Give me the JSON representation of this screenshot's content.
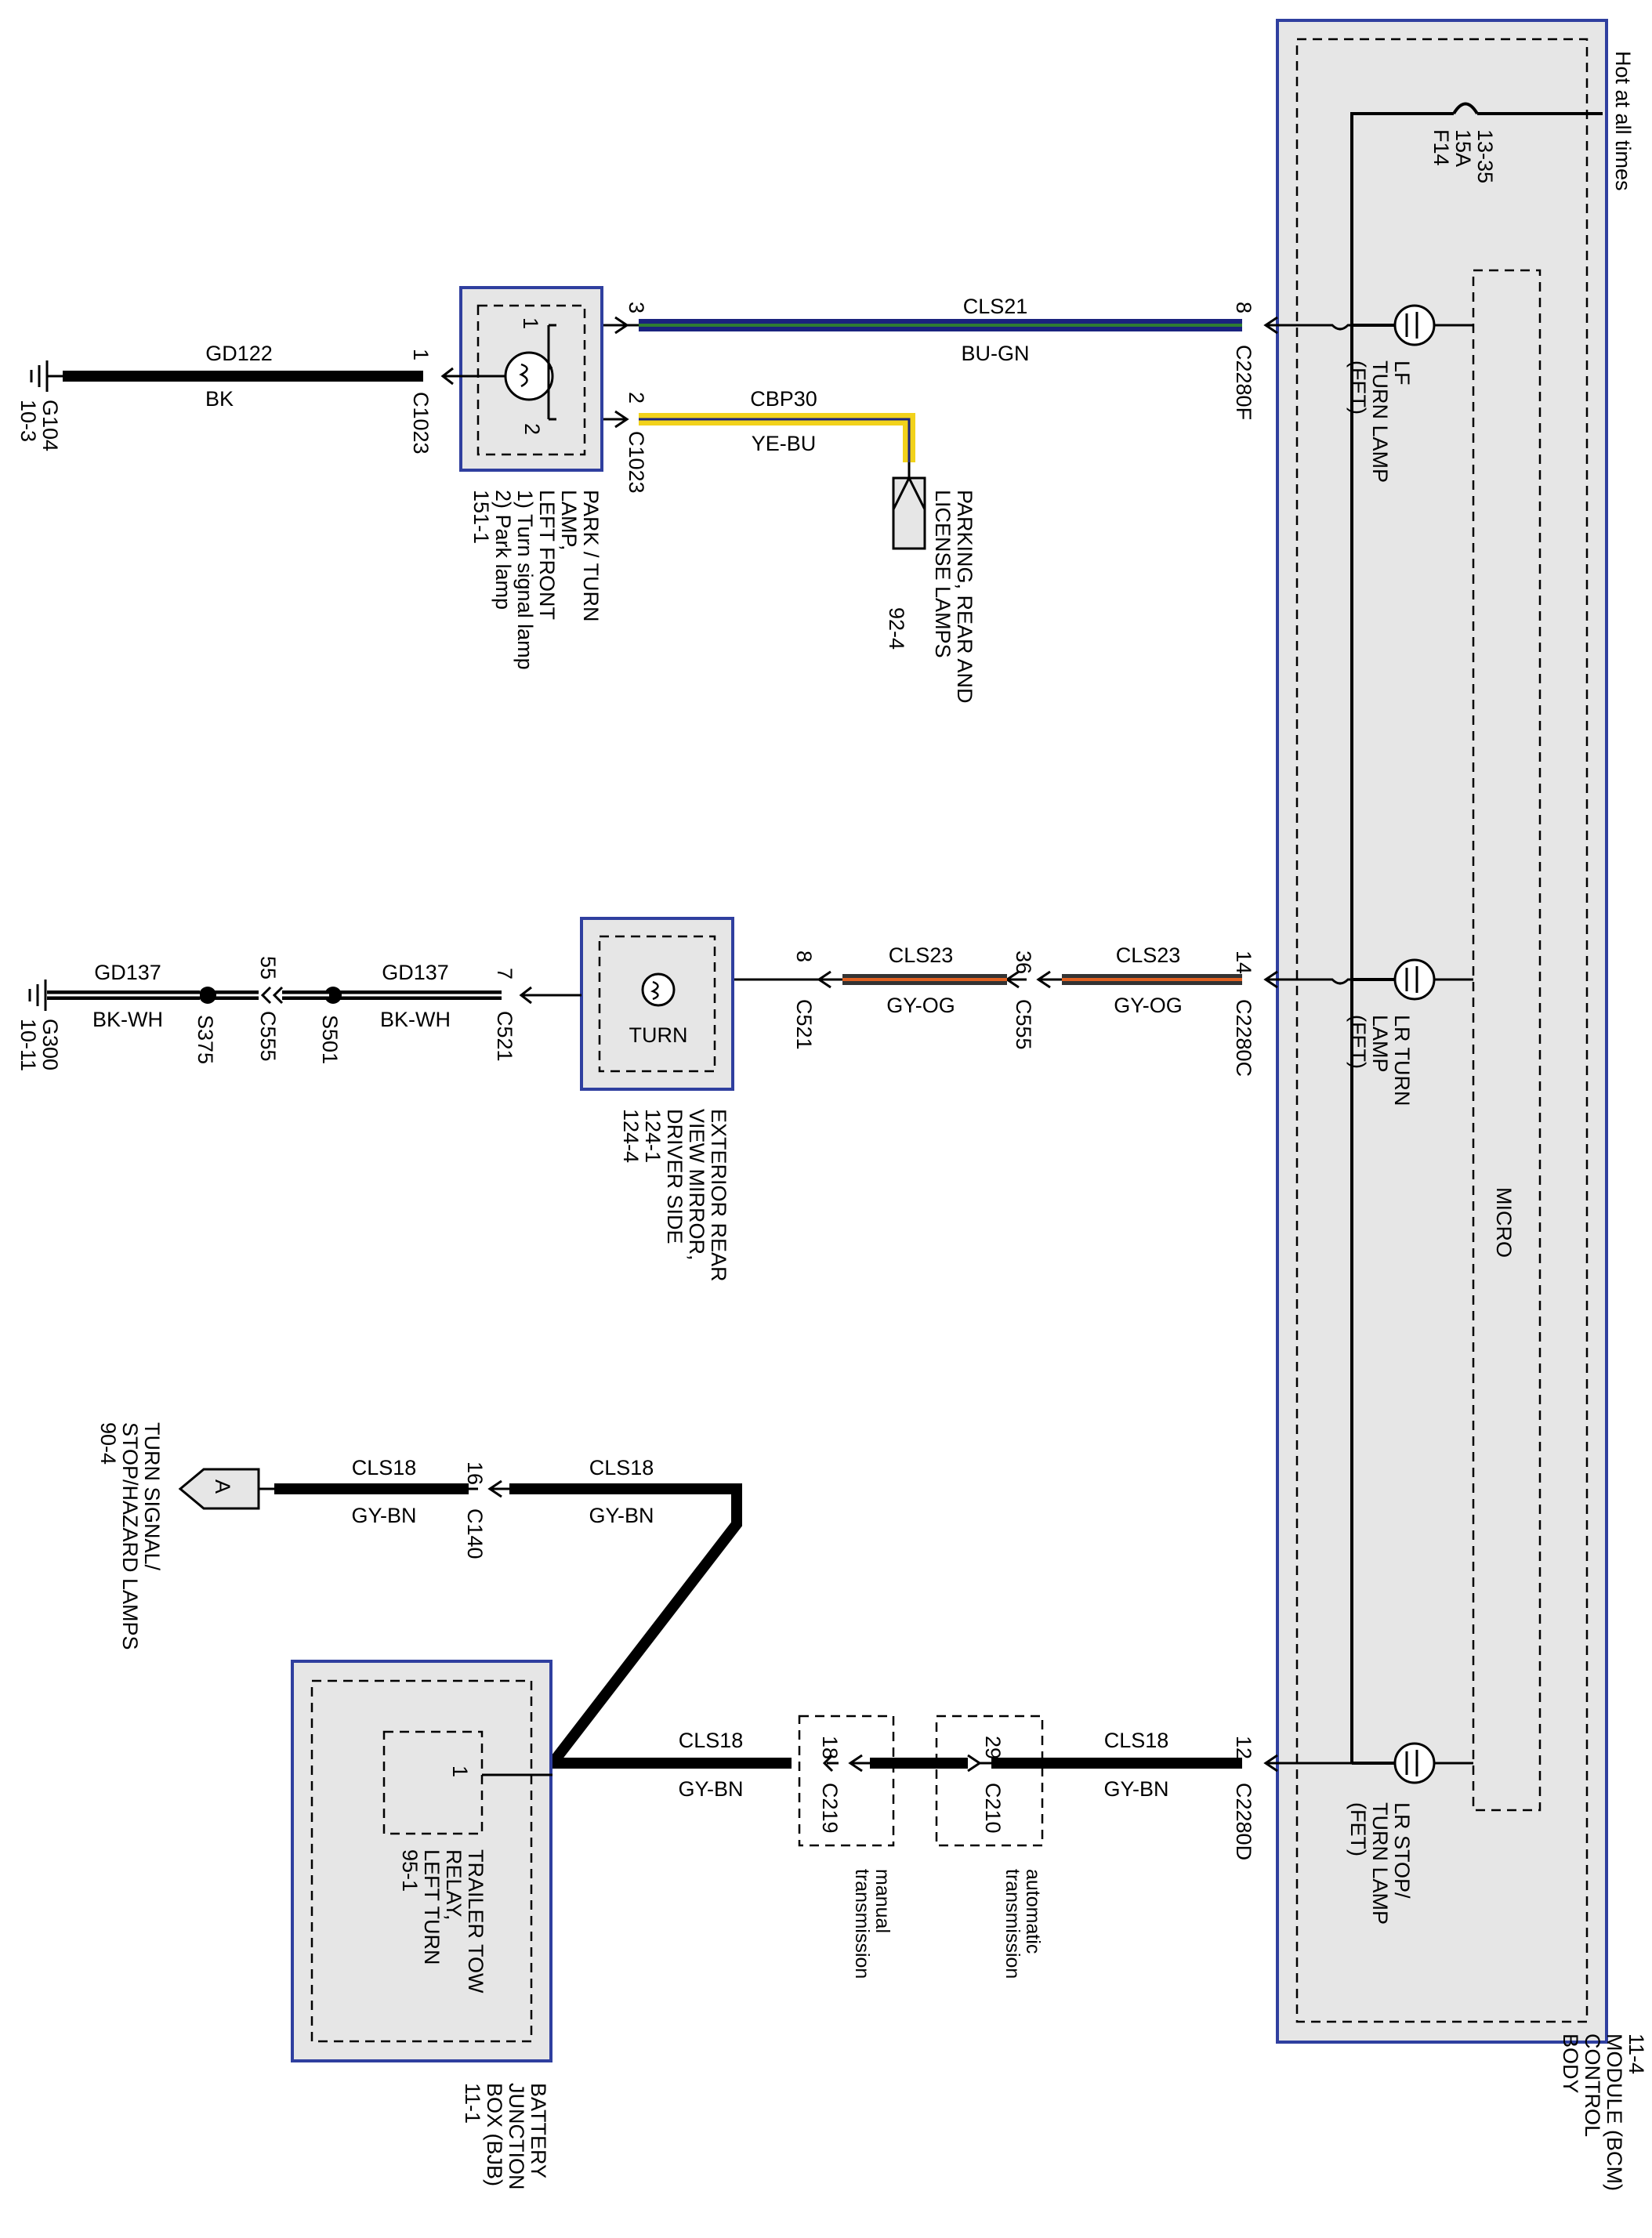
{
  "modules": {
    "bcm": {
      "label_lines": [
        "BODY",
        "CONTROL",
        "MODULE (BCM)",
        "11-4"
      ],
      "micro": "MICRO"
    },
    "bjb": {
      "label_lines": [
        "BATTERY",
        "JUNCTION",
        "BOX (BJB)",
        "11-1"
      ]
    }
  },
  "power": {
    "hot": "Hot at all times",
    "fuse_lines": [
      "F14",
      "15A",
      "13-35"
    ]
  },
  "lamps": {
    "lf_fet": [
      "LF",
      "TURN LAMP",
      "(FET)"
    ],
    "lr_fet": [
      "LR TURN",
      "LAMP",
      "(FET)"
    ],
    "lr_stop_fet": [
      "LR STOP/",
      "TURN LAMP",
      "(FET)"
    ]
  },
  "components": {
    "park_turn_lamp": {
      "lines": [
        "PARK / TURN",
        "LAMP,",
        "LEFT FRONT",
        "1) Turn signal lamp",
        "2) Park lamp",
        "151-1"
      ],
      "pin1": "1",
      "pin2": "2"
    },
    "mirror": {
      "lines": [
        "EXTERIOR REAR",
        "VIEW MIRROR,",
        "DRIVER SIDE",
        "124-1",
        "124-4"
      ],
      "turn": "TURN"
    },
    "trailer_relay": {
      "lines": [
        "TRAILER TOW",
        "RELAY,",
        "LEFT TURN",
        "95-1"
      ],
      "pin": "1"
    },
    "parking_lamps": {
      "lines": [
        "PARKING, REAR AND",
        "LICENSE LAMPS",
        "92-4"
      ]
    },
    "turn_signal_lamps": {
      "lines": [
        "TURN SIGNAL/",
        "STOP/HAZARD LAMPS",
        "90-4"
      ],
      "connector_letter": "A"
    }
  },
  "grounds": {
    "g104": {
      "lines": [
        "G104",
        "10-3"
      ]
    },
    "g300": {
      "lines": [
        "G300",
        "10-11"
      ]
    }
  },
  "circuits": {
    "cls21": {
      "name": "CLS21",
      "color": "BU-GN",
      "color_hex": "#1a237e",
      "stripe_hex": "#2e7d32"
    },
    "cbp30": {
      "name": "CBP30",
      "color": "YE-BU",
      "color_hex": "#f2d21b",
      "stripe_hex": "#1a237e"
    },
    "gd122": {
      "name": "GD122",
      "color": "BK"
    },
    "gd137_a": {
      "name": "GD137",
      "color": "BK-WH"
    },
    "gd137_b": {
      "name": "GD137",
      "color": "BK-WH"
    },
    "cls23_a": {
      "name": "CLS23",
      "color": "GY-OG",
      "color_hex": "#555555",
      "stripe_hex": "#e06020"
    },
    "cls23_b": {
      "name": "CLS23",
      "color": "GY-OG"
    },
    "cls18_a": {
      "name": "CLS18",
      "color": "GY-BN"
    },
    "cls18_b": {
      "name": "CLS18",
      "color": "GY-BN"
    },
    "cls18_c": {
      "name": "CLS18",
      "color": "GY-BN"
    },
    "cls18_d": {
      "name": "CLS18",
      "color": "GY-BN"
    }
  },
  "connectors": {
    "c2280f": {
      "pin": "8",
      "name": "C2280F"
    },
    "c1023_3": {
      "pin": "3"
    },
    "c1023_2": {
      "pin": "2",
      "name": "C1023"
    },
    "c1023_1": {
      "pin": "1",
      "name": "C1023"
    },
    "c2280c": {
      "pin": "14",
      "name": "C2280C"
    },
    "c555_36": {
      "pin": "36",
      "name": "C555"
    },
    "c521_8": {
      "pin": "8",
      "name": "C521"
    },
    "c521_7": {
      "pin": "7",
      "name": "C521"
    },
    "c555_55": {
      "pin": "55",
      "name": "C555"
    },
    "c2280d": {
      "pin": "12",
      "name": "C2280D"
    },
    "c210": {
      "pin": "29",
      "name": "C210",
      "note_lines": [
        "automatic",
        "transmission"
      ]
    },
    "c219": {
      "pin": "18",
      "name": "C219",
      "note_lines": [
        "manual",
        "transmission"
      ]
    },
    "c140": {
      "pin": "16",
      "name": "C140"
    }
  },
  "splices": {
    "s501": "S501",
    "s375": "S375"
  }
}
